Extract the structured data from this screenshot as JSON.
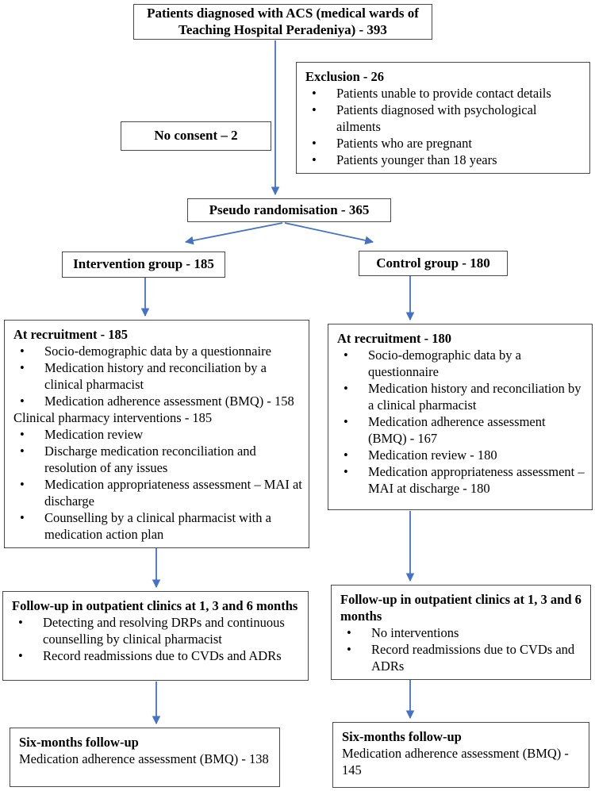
{
  "colors": {
    "arrow": "#4472C4",
    "border": "#4a4a4a"
  },
  "diagram": {
    "top_box": "Patients diagnosed with ACS (medical wards of Teaching Hospital Peradeniya) - 393",
    "no_consent_box": "No consent – 2",
    "exclusion_box": {
      "title": "Exclusion - 26",
      "bullets": [
        "Patients unable to provide contact details",
        "Patients diagnosed with psychological ailments",
        "Patients who are pregnant",
        "Patients younger than 18 years"
      ]
    },
    "pseudo_box": "Pseudo randomisation - 365",
    "intervention_box": "Intervention group - 185",
    "control_box": "Control group - 180",
    "intervention_recruitment_box": {
      "title": "At recruitment - 185",
      "bullets_assessment": [
        "Socio-demographic data by a questionnaire",
        "Medication history and reconciliation by a clinical pharmacist",
        "Medication adherence assessment (BMQ) - 158"
      ],
      "subheading": "Clinical pharmacy interventions - 185",
      "bullets_interventions": [
        "Medication review",
        "Discharge medication reconciliation and resolution of any issues",
        "Medication appropriateness assessment – MAI at discharge",
        "Counselling by a clinical pharmacist with a medication action plan"
      ]
    },
    "control_recruitment_box": {
      "title": "At recruitment - 180",
      "bullets": [
        "Socio-demographic data by a questionnaire",
        "Medication history and reconciliation by a clinical pharmacist",
        "Medication adherence assessment (BMQ) - 167",
        "Medication review - 180",
        "Medication appropriateness assessment – MAI at discharge - 180"
      ]
    },
    "intervention_followup_box": {
      "title": "Follow-up in outpatient clinics at 1, 3 and 6 months",
      "bullets": [
        "Detecting and resolving DRPs and continuous counselling by clinical pharmacist",
        "Record readmissions due to CVDs and ADRs"
      ]
    },
    "control_followup_box": {
      "title": "Follow-up in outpatient clinics at 1, 3 and 6 months",
      "bullets": [
        "No interventions",
        "Record readmissions due to CVDs and ADRs"
      ]
    },
    "intervention_sixmonths_box": {
      "title": "Six-months follow-up",
      "body": "Medication adherence assessment (BMQ) - 138"
    },
    "control_sixmonths_box": {
      "title": "Six-months follow-up",
      "body": "Medication adherence assessment (BMQ) - 145"
    }
  }
}
